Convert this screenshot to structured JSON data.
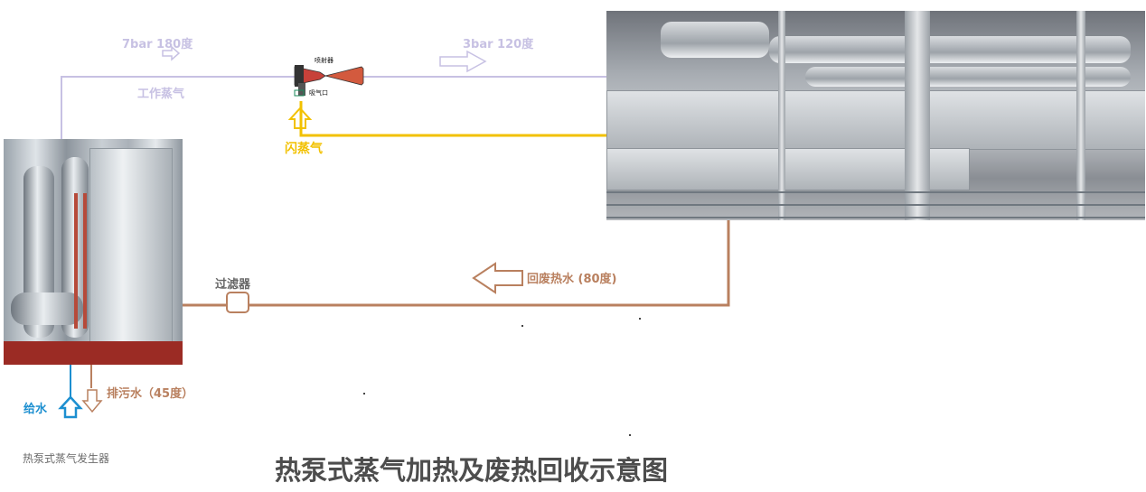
{
  "labels": {
    "work_steam_pressure": "7bar 180度",
    "work_steam": "工作蒸气",
    "out_steam_pressure": "3bar 120度",
    "ejector_name": "喷射器",
    "suction_port": "吸气口",
    "flash_steam": "闪蒸气",
    "filter": "过滤器",
    "return_water": "回废热水 (80度)",
    "feed_water": "给水",
    "drain_water": "排污水（45度）",
    "generator": "热泵式蒸气发生器",
    "title": "热泵式蒸气加热及废热回收示意图"
  },
  "colors": {
    "work_steam_line": "#c7c1e3",
    "flash_steam_line": "#f2c100",
    "waste_water_line": "#b9805f",
    "feed_water_line": "#1c8fd0",
    "title_text": "#4d4d4d"
  }
}
